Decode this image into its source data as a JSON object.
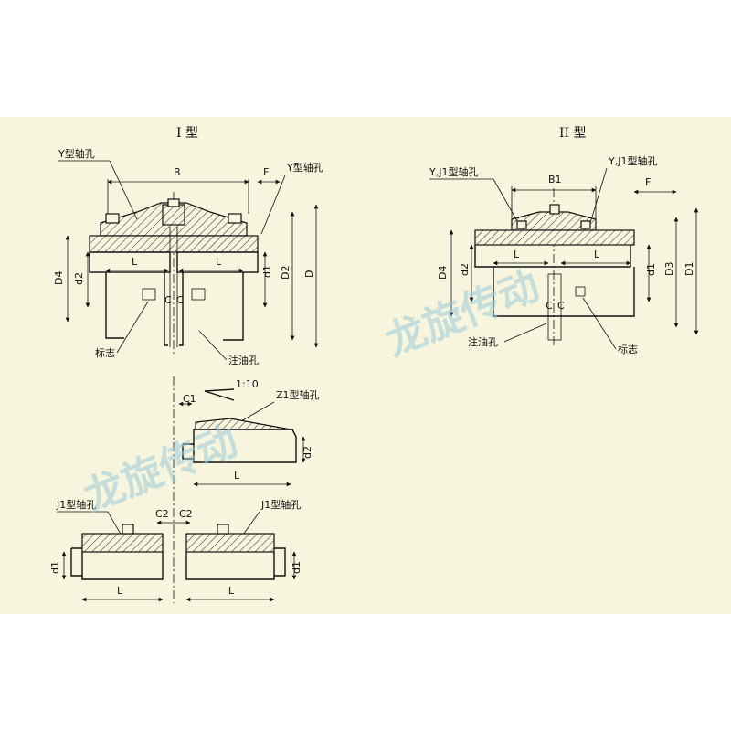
{
  "colors": {
    "background": "#f7f5dd",
    "line": "#111111",
    "watermark": "#9ecbdb"
  },
  "titles": {
    "type1": "I 型",
    "type2": "II 型"
  },
  "type1": {
    "y_hole_left": "Y型轴孔",
    "y_hole_right": "Y型轴孔",
    "B": "B",
    "F": "F",
    "D4": "D4",
    "d2": "d2",
    "L_left": "L",
    "L_right": "L",
    "d1": "d1",
    "D2": "D2",
    "D": "D",
    "C_left": "C",
    "C_right": "C",
    "mark": "标志",
    "oil_hole": "注油孔"
  },
  "type2": {
    "yj_hole_left": "Y,J1型轴孔",
    "yj_hole_right": "Y,J1型轴孔",
    "B1": "B1",
    "F": "F",
    "D4": "D4",
    "d2": "d2",
    "L_left": "L",
    "L_right": "L",
    "d1": "d1",
    "D3": "D3",
    "D1": "D1",
    "C_left": "C",
    "C_right": "C",
    "oil_hole": "注油孔",
    "mark": "标志"
  },
  "z_detail": {
    "taper": "1:10",
    "C1": "C1",
    "z_hole": "Z1型轴孔",
    "d2": "d2",
    "L": "L"
  },
  "j_detail": {
    "j_hole_left": "J1型轴孔",
    "j_hole_right": "J1型轴孔",
    "C2_left": "C2",
    "C2_right": "C2",
    "d1_left": "d1",
    "d1_right": "d1",
    "L_left": "L",
    "L_right": "L"
  },
  "watermark": {
    "text1": "龙旋传动",
    "text2": "龙旋传动"
  }
}
